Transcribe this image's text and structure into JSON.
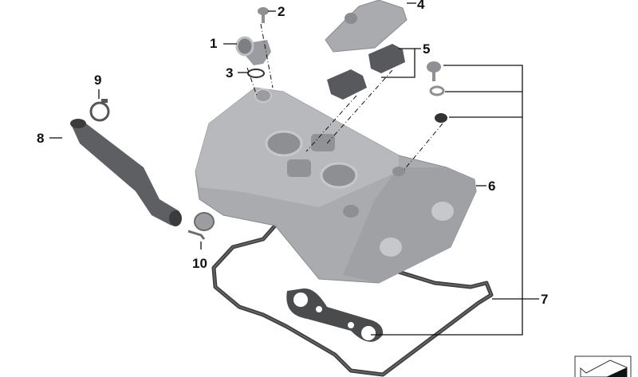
{
  "diagram": {
    "type": "exploded-parts-diagram",
    "subject": "Cylinder head cover assembly",
    "labels": [
      {
        "id": "1",
        "text": "1"
      },
      {
        "id": "2",
        "text": "2"
      },
      {
        "id": "3",
        "text": "3"
      },
      {
        "id": "4",
        "text": "4"
      },
      {
        "id": "5",
        "text": "5"
      },
      {
        "id": "6",
        "text": "6"
      },
      {
        "id": "7",
        "text": "7"
      },
      {
        "id": "8",
        "text": "8"
      },
      {
        "id": "9",
        "text": "9"
      },
      {
        "id": "10",
        "text": "10"
      }
    ],
    "parts": [
      {
        "id": "1",
        "name": "connection-piece"
      },
      {
        "id": "2",
        "name": "screw"
      },
      {
        "id": "3",
        "name": "o-ring"
      },
      {
        "id": "4",
        "name": "cover-with-pipe"
      },
      {
        "id": "5",
        "name": "gaskets"
      },
      {
        "id": "6",
        "name": "cylinder-head-cover"
      },
      {
        "id": "7",
        "name": "gasket-set"
      },
      {
        "id": "8",
        "name": "hose"
      },
      {
        "id": "9",
        "name": "hose-clamp"
      },
      {
        "id": "10",
        "name": "hose-clamp"
      }
    ],
    "colors": {
      "metal": "#a9abae",
      "metal_dark": "#8a8c90",
      "metal_light": "#c6c8cb",
      "rubber": "#4a4b4d",
      "line": "#111111",
      "background": "#ffffff"
    }
  }
}
